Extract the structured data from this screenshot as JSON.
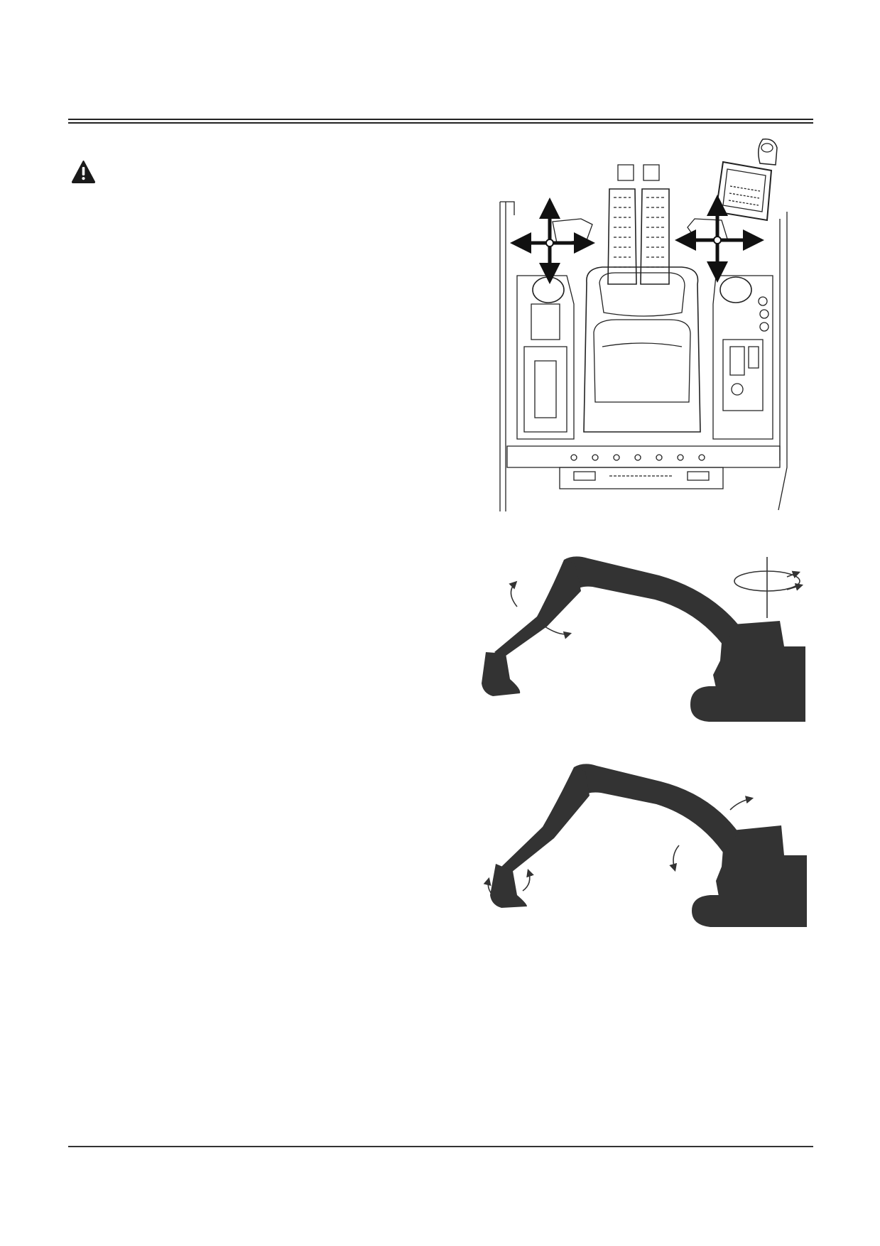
{
  "page": {
    "header_rule": "double",
    "footer_rule": "single"
  },
  "icons": {
    "warning": "warning-triangle-icon"
  },
  "figures": [
    {
      "id": "cab-controls",
      "description": "operator-cab-top-view-with-control-lever-arrows"
    },
    {
      "id": "swing-boom",
      "description": "excavator-silhouette-boom-and-swing-motion"
    },
    {
      "id": "arm-bucket",
      "description": "excavator-silhouette-arm-and-bucket-motion"
    }
  ],
  "colors": {
    "ink": "#1a1a1a",
    "silhouette": "#333333",
    "background": "#ffffff"
  }
}
